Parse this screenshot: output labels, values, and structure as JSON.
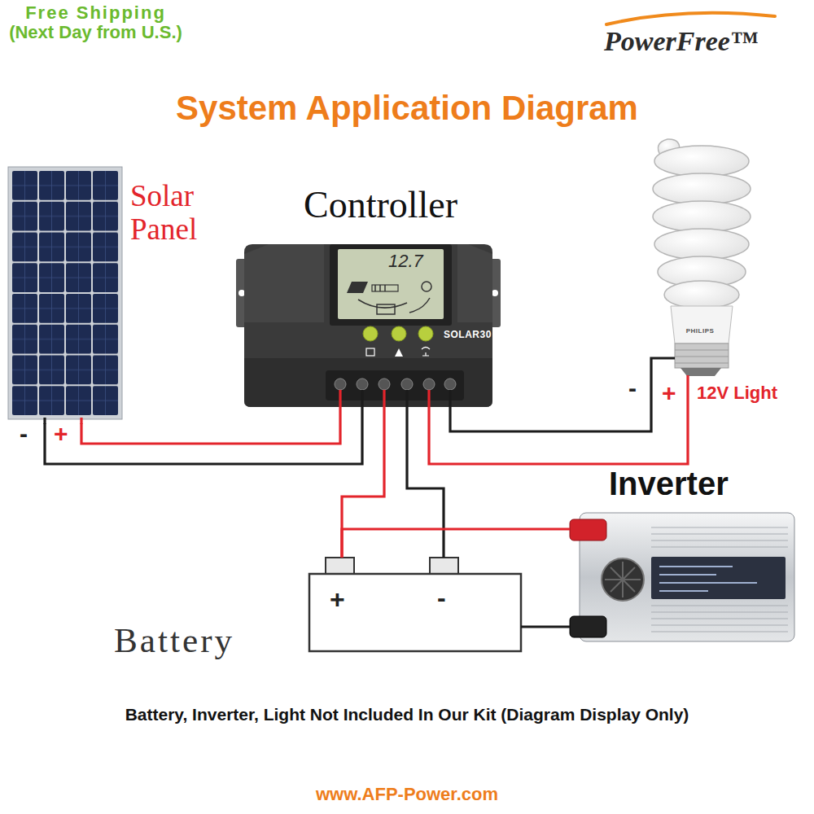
{
  "diagram": {
    "title": "System Application Diagram",
    "caption": "Battery, Inverter, Light Not Included In Our Kit (Diagram Display Only)",
    "nodes": [
      {
        "text": [
          "Solar Panel"
        ]
      },
      {
        "text": [
          "Controller",
          "12.7",
          "SOLAR30"
        ]
      },
      {
        "text": [
          "12V Light",
          "PHILIPS"
        ]
      },
      {
        "text": [
          "Battery",
          "+",
          "-"
        ]
      },
      {
        "text": [
          "Inverter"
        ]
      }
    ],
    "edges": [
      {
        "from": 0,
        "to": 1,
        "arrow": "none"
      },
      {
        "from": 0,
        "to": 1,
        "arrow": "none"
      },
      {
        "from": 1,
        "to": 2,
        "arrow": "none"
      },
      {
        "from": 1,
        "to": 2,
        "arrow": "none"
      },
      {
        "from": 1,
        "to": 3,
        "arrow": "none"
      },
      {
        "from": 1,
        "to": 3,
        "arrow": "none"
      },
      {
        "from": 3,
        "to": 4,
        "arrow": "none"
      },
      {
        "from": 3,
        "to": 4,
        "arrow": "none"
      }
    ],
    "labels": [
      "Free Shipping (Next Day from U.S.)",
      "PowerFree™",
      "-",
      "+",
      "-",
      "+",
      "www.AFP-Power.com"
    ]
  }
}
